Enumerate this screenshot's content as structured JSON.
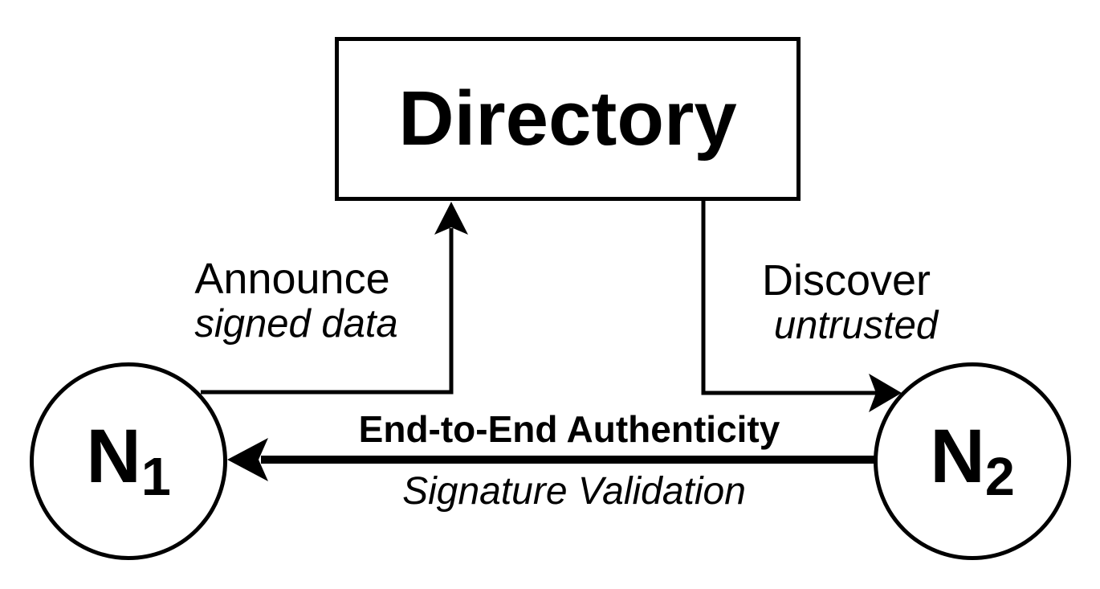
{
  "diagram": {
    "title_node": {
      "label": "Directory"
    },
    "nodes": [
      {
        "id": "n1",
        "label": "N",
        "sub": "1"
      },
      {
        "id": "n2",
        "label": "N",
        "sub": "2"
      }
    ],
    "edges": {
      "announce": {
        "label": "Announce",
        "sublabel": "signed data",
        "from": "N1",
        "to": "Directory"
      },
      "discover": {
        "label": "Discover",
        "sublabel": "untrusted",
        "from": "Directory",
        "to": "N2"
      },
      "authenticity": {
        "label": "End-to-End Authenticity",
        "sublabel": "Signature Validation",
        "from": "N2",
        "to": "N1"
      }
    },
    "colors": {
      "ink": "#000000",
      "background": "#ffffff"
    }
  }
}
